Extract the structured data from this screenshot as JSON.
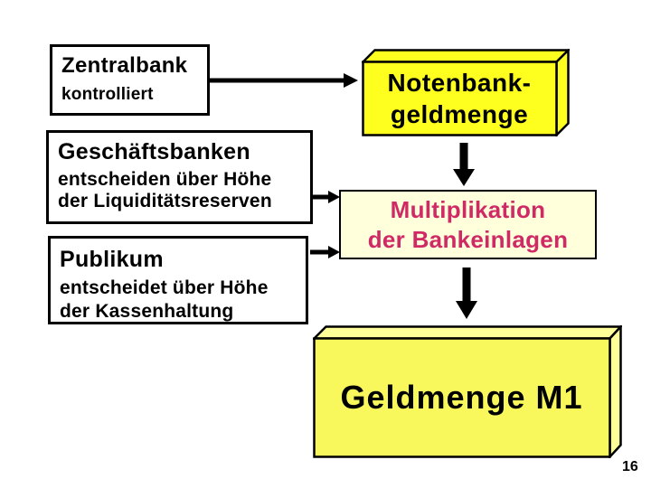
{
  "slide": {
    "background": "#ffffff",
    "page_number": "16"
  },
  "left_column": {
    "zentralbank": {
      "title": "Zentralbank",
      "subtitle": "kontrolliert"
    },
    "geschaeftsbanken": {
      "title": "Geschäftsbanken",
      "line1": "entscheiden über Höhe",
      "line2": "der Liquiditätsreserven"
    },
    "publikum": {
      "title": "Publikum",
      "line1": "entscheidet über Höhe",
      "line2": "der Kassenhaltung"
    }
  },
  "right_column": {
    "notenbank": {
      "line1": "Notenbank-",
      "line2": "geldmenge"
    },
    "multiplikation": {
      "line1": "Multiplikation",
      "line2": "der Bankeinlagen"
    },
    "geldmenge": {
      "label": "Geldmenge M1"
    }
  },
  "icons": {
    "arrow_right": "arrow-right-icon",
    "arrow_down": "arrow-down-icon"
  },
  "colors": {
    "box_border": "#000000",
    "arrow": "#000000",
    "bright_yellow": "#ffff1f",
    "soft_yellow": "#f8f85c",
    "soft_yellow_light": "#ffff99",
    "cream": "#ffffdb",
    "magenta_text": "#d02a66",
    "text": "#000000"
  }
}
